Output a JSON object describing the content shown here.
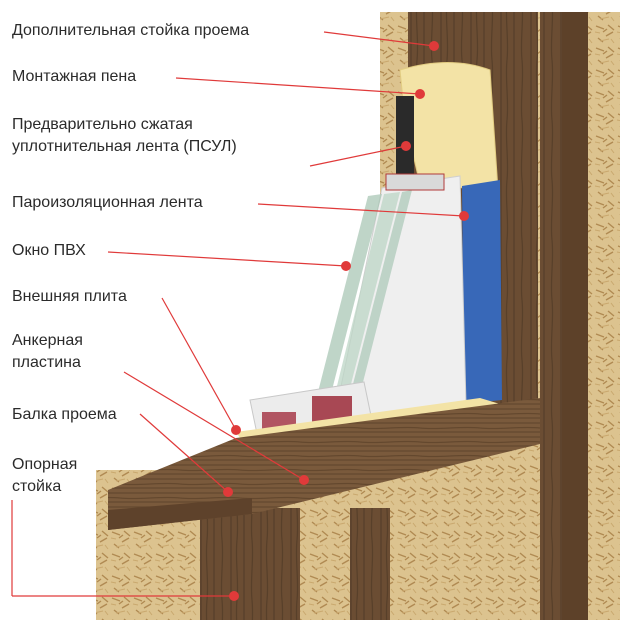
{
  "labels": [
    {
      "id": "opening-extra-post",
      "lines": [
        "Дополнительная стойка проема"
      ]
    },
    {
      "id": "mounting-foam",
      "lines": [
        "Монтажная пена"
      ]
    },
    {
      "id": "psul-tape",
      "lines": [
        "Предварительно сжатая",
        "уплотнительная лента (ПСУЛ)"
      ]
    },
    {
      "id": "vapor-barrier-tape",
      "lines": [
        "Пароизоляционная лента"
      ]
    },
    {
      "id": "pvc-window",
      "lines": [
        "Окно ПВХ"
      ]
    },
    {
      "id": "outer-board",
      "lines": [
        "Внешняя плита"
      ]
    },
    {
      "id": "anchor-plate",
      "lines": [
        "Анкерная",
        "пластина"
      ]
    },
    {
      "id": "opening-beam",
      "lines": [
        "Балка проема"
      ]
    },
    {
      "id": "support-post",
      "lines": [
        "Опорная",
        "стойка"
      ]
    }
  ],
  "colors": {
    "leader": "#e03a3a",
    "marker": "#e03a3a",
    "text": "#2b2b2b",
    "wood": "#6e5035",
    "osb": "#d9c08a",
    "foam": "#f3e3a6",
    "vapor_tape": "#3868b8",
    "psul": "#2a2a2a",
    "pvc": "#f2f2f2"
  }
}
